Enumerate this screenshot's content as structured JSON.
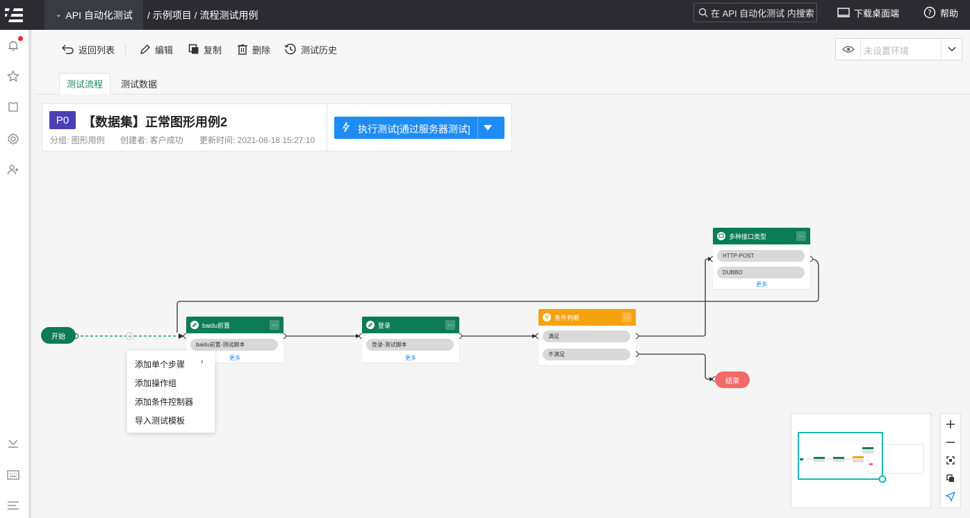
{
  "topbar": {
    "project": "API 自动化测试",
    "breadcrumb": "/ 示例项目 / 流程测试用例",
    "search_placeholder": "在 API 自动化测试 内搜索",
    "download": "下载桌面端",
    "help": "帮助"
  },
  "toolbar": {
    "back": "返回列表",
    "edit": "编辑",
    "copy": "复制",
    "delete": "删除",
    "history": "测试历史",
    "env_placeholder": "未设置环境"
  },
  "tabs": [
    "测试流程",
    "测试数据"
  ],
  "case": {
    "priority": "P0",
    "title": "【数据集】正常图形用例2",
    "group": "分组: 图形用例",
    "creator": "创建者: 客户成功",
    "updated": "更新时间: 2021-08-18 15:27:10",
    "run_label": "执行测试[通过服务器测试]"
  },
  "flow": {
    "start": "开始",
    "end": "结束",
    "more": "更多",
    "nodes": [
      {
        "title": "baidu前置",
        "steps": [
          "baidu前置-测试脚本"
        ]
      },
      {
        "title": "登录",
        "steps": [
          "登录-测试脚本"
        ]
      },
      {
        "title": "条件判断",
        "branches": [
          "满足",
          "不满足"
        ]
      },
      {
        "title": "多种接口类型",
        "steps": [
          "HTTP-POST",
          "DUBBO"
        ]
      }
    ]
  },
  "context_menu": [
    "添加单个步骤",
    "添加操作组",
    "添加条件控制器",
    "导入测试模板"
  ],
  "colors": {
    "topbar": "#2b2b31",
    "node_green": "#0b7c55",
    "node_orange": "#f7a10f",
    "end_red": "#f46a6a",
    "primary": "#1f8bf5",
    "priority": "#4a3fb6",
    "notify_dot": "#f5222d"
  }
}
